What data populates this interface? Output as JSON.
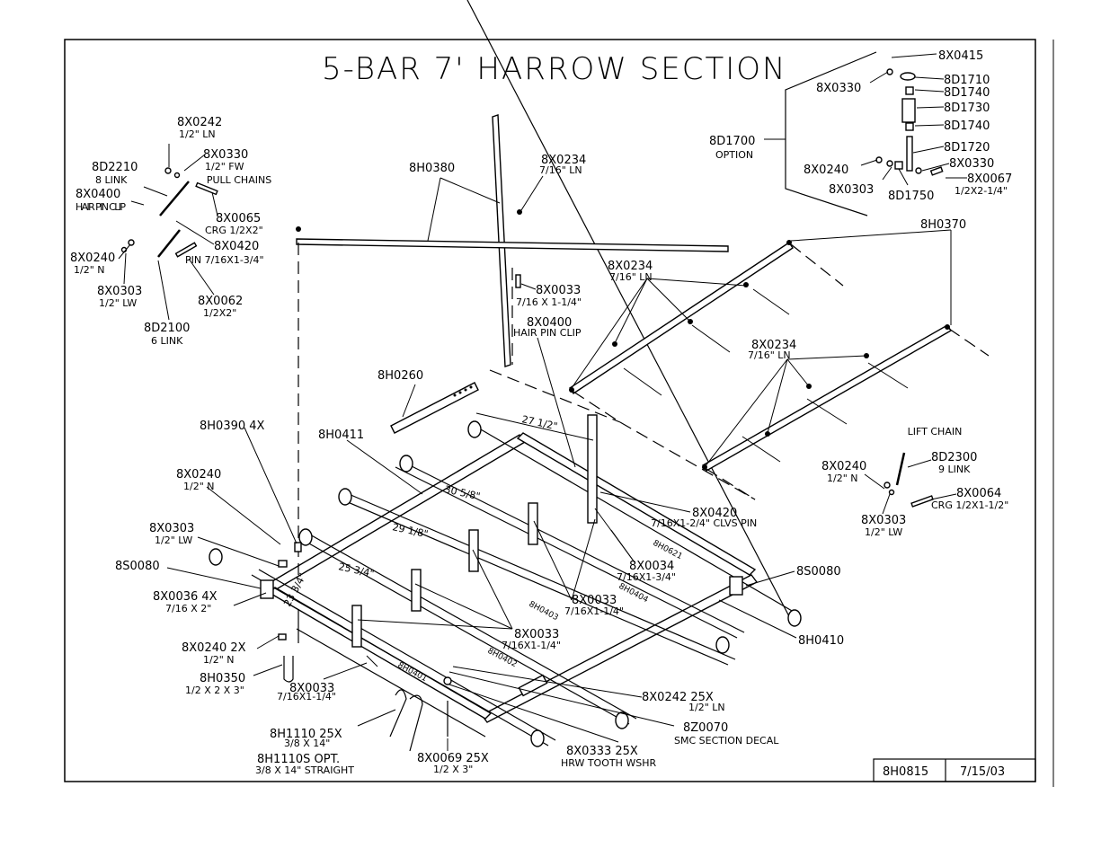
{
  "title": "5-BAR 7' HARROW SECTION",
  "title_block": {
    "drawing_number": "8H0815",
    "date": "7/15/03"
  },
  "callouts": [
    {
      "id": "c1",
      "part": "8X0415",
      "desc": ""
    },
    {
      "id": "c2",
      "part": "8X0330",
      "desc": ""
    },
    {
      "id": "c3",
      "part": "8D1710",
      "desc": ""
    },
    {
      "id": "c4",
      "part": "8D1740",
      "desc": ""
    },
    {
      "id": "c5",
      "part": "8D1730",
      "desc": ""
    },
    {
      "id": "c6",
      "part": "8D1740",
      "desc": ""
    },
    {
      "id": "c7",
      "part": "8D1700",
      "desc": "OPTION"
    },
    {
      "id": "c8",
      "part": "8D1720",
      "desc": ""
    },
    {
      "id": "c9",
      "part": "8X0330",
      "desc": ""
    },
    {
      "id": "c10",
      "part": "8X0240",
      "desc": ""
    },
    {
      "id": "c11",
      "part": "8X0067",
      "desc": "1/2X2-1/4\""
    },
    {
      "id": "c12",
      "part": "8X0303",
      "desc": ""
    },
    {
      "id": "c13",
      "part": "8D1750",
      "desc": ""
    },
    {
      "id": "c14",
      "part": "8H0370",
      "desc": ""
    },
    {
      "id": "c15",
      "part": "8X0242",
      "desc": "1/2\" LN"
    },
    {
      "id": "c16",
      "part": "8X0330",
      "desc": "1/2\" FW"
    },
    {
      "id": "c17",
      "part": "8D2210",
      "desc": "8 LINK"
    },
    {
      "id": "c18",
      "part": "8X0400",
      "desc": "HAIR PIN CLIP"
    },
    {
      "id": "c19",
      "part": "8X0065",
      "desc": "CRG 1/2X2\""
    },
    {
      "id": "c20",
      "part": "8X0420",
      "desc": "PIN 7/16X1-3/4\""
    },
    {
      "id": "c21",
      "part": "8X0240",
      "desc": "1/2\" N"
    },
    {
      "id": "c22",
      "part": "8X0303",
      "desc": "1/2\" LW"
    },
    {
      "id": "c23",
      "part": "8X0062",
      "desc": "1/2X2\""
    },
    {
      "id": "c24",
      "part": "8D2100",
      "desc": "6 LINK"
    },
    {
      "id": "c25",
      "part": "8H0380",
      "desc": ""
    },
    {
      "id": "c26",
      "part": "8X0234",
      "desc": "7/16\" LN"
    },
    {
      "id": "c27",
      "part": "8X0033",
      "desc": "7/16 X 1-1/4\""
    },
    {
      "id": "c28",
      "part": "8X0400",
      "desc": "HAIR PIN CLIP"
    },
    {
      "id": "c29",
      "part": "8X0234",
      "desc": "7/16\" LN"
    },
    {
      "id": "c30",
      "part": "8X0234",
      "desc": "7/16\" LN"
    },
    {
      "id": "c31",
      "part": "8H0260",
      "desc": ""
    },
    {
      "id": "c32",
      "part": "8H0390 4X",
      "desc": ""
    },
    {
      "id": "c33",
      "part": "8H0411",
      "desc": ""
    },
    {
      "id": "c34",
      "part": "8X0240",
      "desc": "1/2\" N"
    },
    {
      "id": "c35",
      "part": "8X0303",
      "desc": "1/2\" LW"
    },
    {
      "id": "c36",
      "part": "8S0080",
      "desc": ""
    },
    {
      "id": "c37",
      "part": "8X0036 4X",
      "desc": "7/16 X 2\""
    },
    {
      "id": "c38",
      "part": "8X0240 2X",
      "desc": "1/2\" N"
    },
    {
      "id": "c39",
      "part": "8H0350",
      "desc": "1/2 X 2 X 3\""
    },
    {
      "id": "c40",
      "part": "8X0033",
      "desc": "7/16X1-1/4\""
    },
    {
      "id": "c41",
      "part": "8H1110 25X",
      "desc": "3/8 X 14\""
    },
    {
      "id": "c42",
      "part": "8H1110S OPT.",
      "desc": "3/8 X 14\" STRAIGHT"
    },
    {
      "id": "c43",
      "part": "8X0069 25X",
      "desc": "1/2 X 3\""
    },
    {
      "id": "c44",
      "part": "8X0333 25X",
      "desc": "HRW TOOTH WSHR"
    },
    {
      "id": "c45",
      "part": "8Z0070",
      "desc": "SMC SECTION DECAL"
    },
    {
      "id": "c46",
      "part": "8X0242 25X",
      "desc": "1/2\" LN"
    },
    {
      "id": "c47",
      "part": "8X0033",
      "desc": "7/16X1-1/4\""
    },
    {
      "id": "c48",
      "part": "8X0033",
      "desc": "7/16X1-1/4\""
    },
    {
      "id": "c49",
      "part": "8X0034",
      "desc": "7/16X1-3/4\""
    },
    {
      "id": "c50",
      "part": "8X0420",
      "desc": "7/16X1-2/4\" CLVS PIN"
    },
    {
      "id": "c51",
      "part": "8S0080",
      "desc": ""
    },
    {
      "id": "c52",
      "part": "8H0410",
      "desc": ""
    },
    {
      "id": "c53",
      "part": "8X0240",
      "desc": "1/2\" N"
    },
    {
      "id": "c54",
      "part": "8X0303",
      "desc": "1/2\" LW"
    },
    {
      "id": "c55",
      "part": "8D2300",
      "desc": "9 LINK"
    },
    {
      "id": "c56",
      "part": "8X0064",
      "desc": "CRG 1/2X1-1/2\""
    }
  ],
  "notes": {
    "pull_chains": "PULL CHAINS",
    "lift_chain": "LIFT CHAIN"
  },
  "dimensions": [
    "27 1/2\"",
    "30 5/8\"",
    "29 1/8\"",
    "25 3/4\"",
    "23 3/4\""
  ],
  "bar_labels": [
    "8H0621",
    "8H0404",
    "8H0403",
    "8H0402",
    "8H0401"
  ]
}
